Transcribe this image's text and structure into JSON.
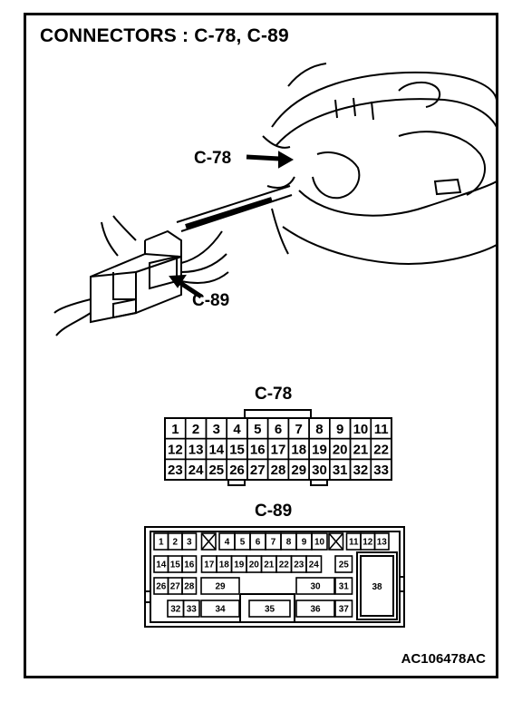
{
  "title": "CONNECTORS : C-78, C-89",
  "labels": {
    "c78_pointer": "C-78",
    "c89_pointer": "C-89",
    "c78_header": "C-78",
    "c89_header": "C-89"
  },
  "doc_code": "AC106478AC",
  "c78_pins": {
    "row1": [
      "1",
      "2",
      "3",
      "4",
      "5",
      "6",
      "7",
      "8",
      "9",
      "10",
      "11"
    ],
    "row2": [
      "12",
      "13",
      "14",
      "15",
      "16",
      "17",
      "18",
      "19",
      "20",
      "21",
      "22"
    ],
    "row3": [
      "23",
      "24",
      "25",
      "26",
      "27",
      "28",
      "29",
      "30",
      "31",
      "32",
      "33"
    ]
  },
  "c89_pins": {
    "top_left": [
      "1",
      "2",
      "3"
    ],
    "top_mid": [
      "4",
      "5",
      "6",
      "7",
      "8",
      "9",
      "10"
    ],
    "top_right": [
      "11",
      "12",
      "13"
    ],
    "row2_left": [
      "14",
      "15",
      "16"
    ],
    "row2_mid": [
      "17",
      "18",
      "19",
      "20",
      "21",
      "22",
      "23",
      "24"
    ],
    "row2_right": "25",
    "row3_left": [
      "26",
      "27",
      "28"
    ],
    "row3_mid_a": "29",
    "row3_mid_b": "30",
    "row3_right": "31",
    "row4_left": [
      "32",
      "33"
    ],
    "row4_a": "34",
    "row4_b": "35",
    "row4_c": "36",
    "row4_right": "37",
    "large": "38"
  }
}
